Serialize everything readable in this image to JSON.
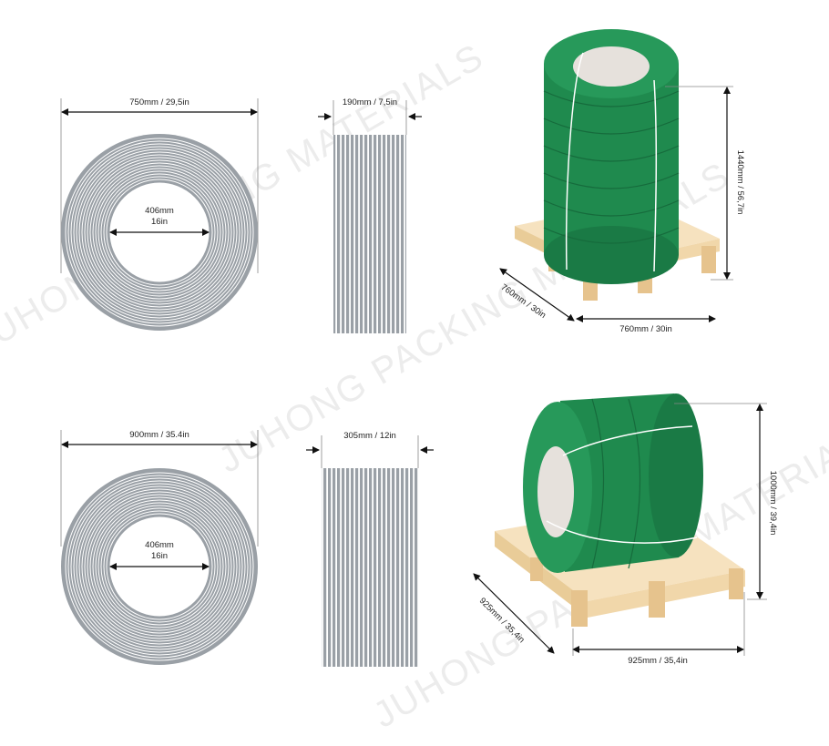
{
  "watermark": "JUHONG PACKING MATERIALS",
  "colors": {
    "coil": "#1f8a4e",
    "coil_dark": "#166b3c",
    "pallet": "#f6e2bf",
    "pallet_dark": "#e9cc98",
    "grey": "#9aa0a6",
    "arrow": "#111111"
  },
  "small_coil": {
    "outer_dim": "750mm / 29,5in",
    "inner_dim_mm": "406mm",
    "inner_dim_in": "16in",
    "width_dim": "190mm / 7,5in",
    "height_dim": "1440mm / 56,7in",
    "pallet_depth_dim": "760mm / 30in",
    "pallet_width_dim": "760mm / 30in"
  },
  "large_coil": {
    "outer_dim": "900mm / 35.4in",
    "inner_dim_mm": "406mm",
    "inner_dim_in": "16in",
    "width_dim": "305mm / 12in",
    "height_dim": "1000mm / 39,4in",
    "pallet_depth_dim": "925mm / 35,4in",
    "pallet_width_dim": "925mm / 35,4in"
  }
}
